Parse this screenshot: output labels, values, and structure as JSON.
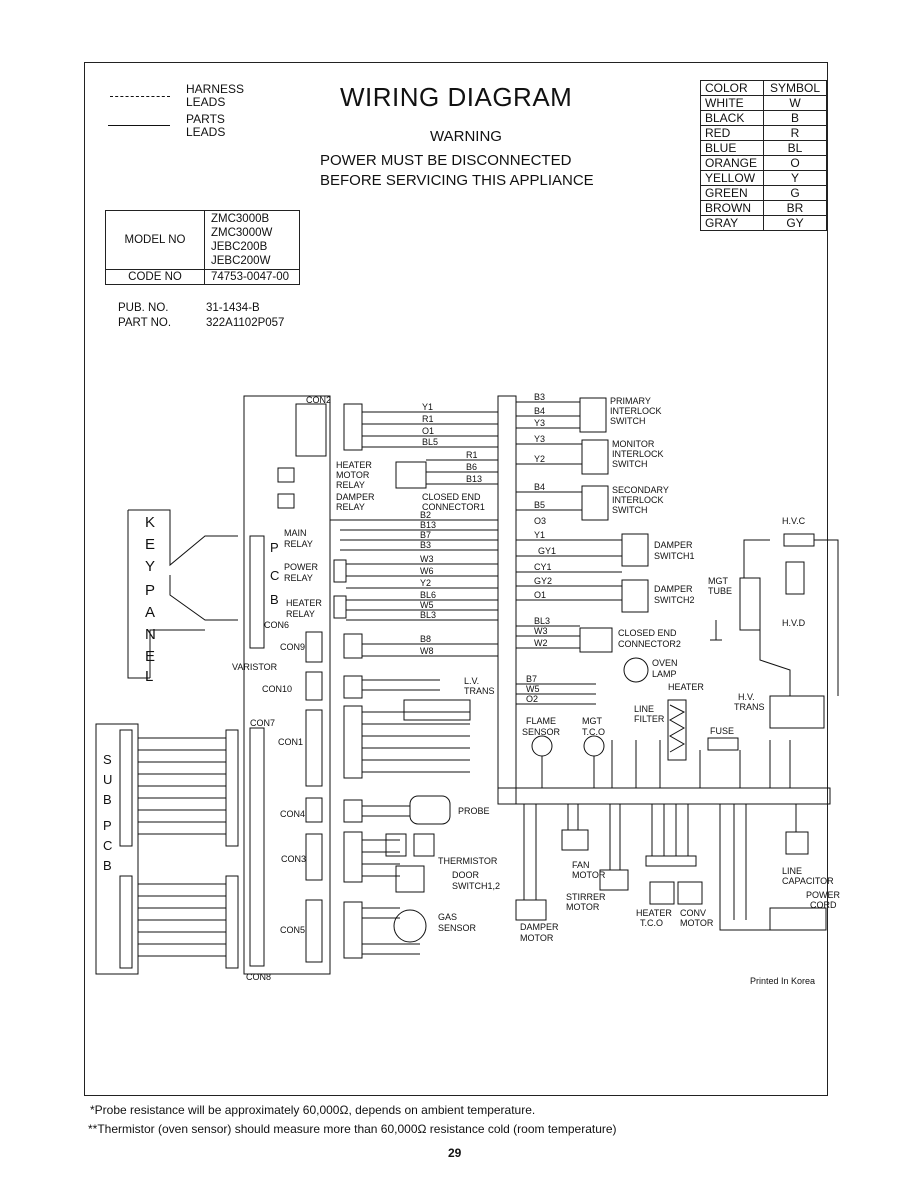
{
  "legend": {
    "harness_line1": "HARNESS",
    "harness_line2": "LEADS",
    "parts_line1": "PARTS",
    "parts_line2": "LEADS"
  },
  "title": "WIRING DIAGRAM",
  "warning": {
    "heading": "WARNING",
    "line1": "POWER MUST BE DISCONNECTED",
    "line2": "BEFORE SERVICING THIS APPLIANCE"
  },
  "color_table": {
    "header_color": "COLOR",
    "header_symbol": "SYMBOL",
    "rows": [
      {
        "color": "WHITE",
        "symbol": "W"
      },
      {
        "color": "BLACK",
        "symbol": "B"
      },
      {
        "color": "RED",
        "symbol": "R"
      },
      {
        "color": "BLUE",
        "symbol": "BL"
      },
      {
        "color": "ORANGE",
        "symbol": "O"
      },
      {
        "color": "YELLOW",
        "symbol": "Y"
      },
      {
        "color": "GREEN",
        "symbol": "G"
      },
      {
        "color": "BROWN",
        "symbol": "BR"
      },
      {
        "color": "GRAY",
        "symbol": "GY"
      }
    ]
  },
  "model_table": {
    "model_label": "MODEL NO",
    "models": [
      "ZMC3000B",
      "ZMC3000W",
      "JEBC200B",
      "JEBC200W"
    ],
    "code_label": "CODE NO",
    "code_value": "74753-0047-00"
  },
  "pub": {
    "label": "PUB. NO.",
    "value": "31-1434-B"
  },
  "part": {
    "label": "PART NO.",
    "value": "322A1102P057"
  },
  "key_panel": [
    "K",
    "E",
    "Y",
    "P",
    "A",
    "N",
    "E",
    "L"
  ],
  "sub_pcb": [
    "S",
    "U",
    "B",
    "P",
    "C",
    "B"
  ],
  "components": {
    "heater_motor_relay": [
      "HEATER",
      "MOTOR",
      "RELAY"
    ],
    "damper_relay": [
      "DAMPER",
      "RELAY"
    ],
    "closed_end_1": [
      "CLOSED END",
      "CONNECTOR1"
    ],
    "closed_end_2": [
      "CLOSED END",
      "CONNECTOR2"
    ],
    "main_relay": [
      "MAIN",
      "RELAY"
    ],
    "power_relay": [
      "POWER",
      "RELAY"
    ],
    "heater_relay": [
      "HEATER",
      "RELAY"
    ],
    "pcb_letters": [
      "P",
      "C",
      "B"
    ],
    "primary_switch": [
      "PRIMARY",
      "INTERLOCK",
      "SWITCH"
    ],
    "monitor_switch": [
      "MONITOR",
      "INTERLOCK",
      "SWITCH"
    ],
    "secondary_switch": [
      "SECONDARY",
      "INTERLOCK",
      "SWITCH"
    ],
    "damper_switch1": [
      "DAMPER",
      "SWITCH1"
    ],
    "damper_switch2": [
      "DAMPER",
      "SWITCH2"
    ],
    "hvc": "H.V.C",
    "hvd": "H.V.D",
    "mgt_tube": [
      "MGT",
      "TUBE"
    ],
    "oven_lamp": [
      "OVEN",
      "LAMP"
    ],
    "heater": "HEATER",
    "line_filter": [
      "LINE",
      "FILTER"
    ],
    "fuse": "FUSE",
    "hv_trans": [
      "H.V.",
      "TRANS"
    ],
    "lv_trans": [
      "L.V.",
      "TRANS"
    ],
    "flame_sensor": [
      "FLAME",
      "SENSOR"
    ],
    "mgt_tco": [
      "MGT",
      "T.C.O"
    ],
    "probe": "PROBE",
    "thermistor": "THERMISTOR",
    "door_switch": [
      "DOOR",
      "SWITCH1,2"
    ],
    "gas_sensor": [
      "GAS",
      "SENSOR"
    ],
    "damper_motor": [
      "DAMPER",
      "MOTOR"
    ],
    "stirrer_motor": [
      "STIRRER",
      "MOTOR"
    ],
    "fan_motor": [
      "FAN",
      "MOTOR"
    ],
    "heater_tco": [
      "HEATER",
      "T.C.O"
    ],
    "conv_motor": [
      "CONV",
      "MOTOR"
    ],
    "line_capacitor": [
      "LINE",
      "CAPACITOR"
    ],
    "power_cord": [
      "POWER",
      "CORD"
    ],
    "varistor": "VARISTOR",
    "connectors": [
      "CON2",
      "CON6",
      "CON9",
      "CON10",
      "CON7",
      "CON1",
      "CON4",
      "CON3",
      "CON5",
      "CON8"
    ]
  },
  "wire_labels_left": [
    "Y1",
    "R1",
    "O1",
    "BL5",
    "R1",
    "B6",
    "B13",
    "B2",
    "B13",
    "B7",
    "B3",
    "W3",
    "W6",
    "Y2",
    "BL6",
    "W5",
    "BL3",
    "B8",
    "W8"
  ],
  "wire_labels_right": [
    "B3",
    "B4",
    "Y3",
    "Y3",
    "Y2",
    "B4",
    "B5",
    "O3",
    "Y1",
    "GY1",
    "CY1",
    "GY2",
    "O1",
    "BL3",
    "W3",
    "W2",
    "B7",
    "W5",
    "O2"
  ],
  "printed": "Printed In Korea",
  "footnotes": {
    "note1": "*Probe resistance will be approximately 60,000Ω, depends on ambient temperature.",
    "note2": "**Thermistor (oven sensor) should measure more than 60,000Ω resistance cold (room temperature)"
  },
  "page_number": "29"
}
